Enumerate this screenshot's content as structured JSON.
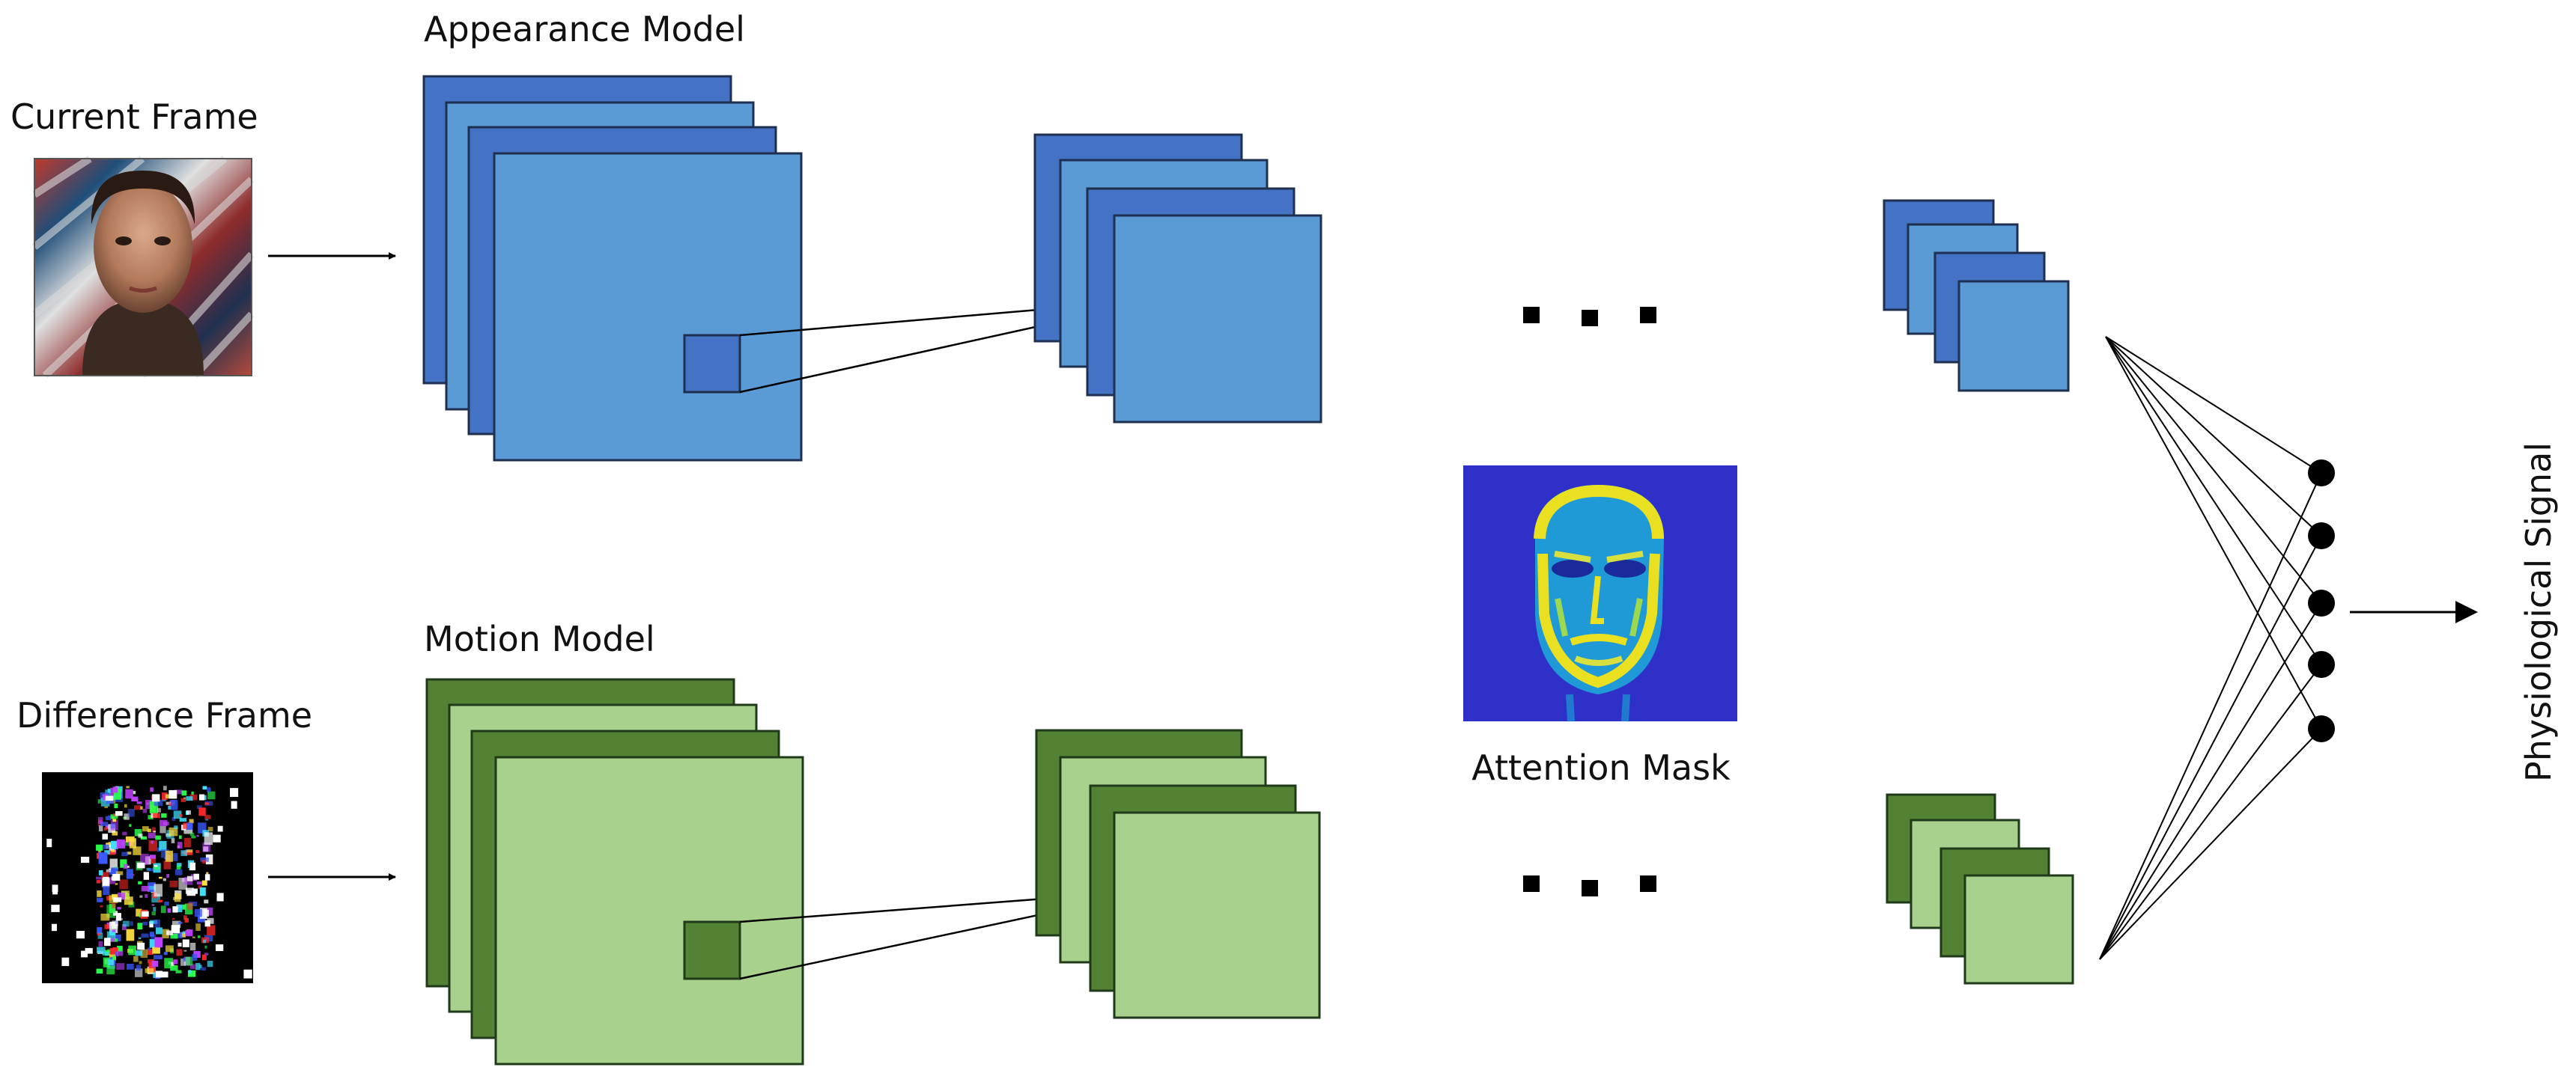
{
  "labels": {
    "current_frame": "Current Frame",
    "difference_frame": "Difference Frame",
    "appearance_model": "Appearance Model",
    "motion_model": "Motion Model",
    "attention_mask": "Attention Mask",
    "output": "Physiological Signal"
  },
  "colors": {
    "appearance_dark": "#4472C4",
    "appearance_light": "#5B9BD5",
    "motion_dark": "#548235",
    "motion_light": "#A9D18E",
    "mask_background": "#2E30C8",
    "mask_face": "#E8E020",
    "node": "#000000"
  },
  "icons": {
    "current_frame_image": "face-photo",
    "difference_frame_image": "motion-noise",
    "attention_mask_image": "face-heatmap",
    "ellipsis": "three-dots"
  }
}
